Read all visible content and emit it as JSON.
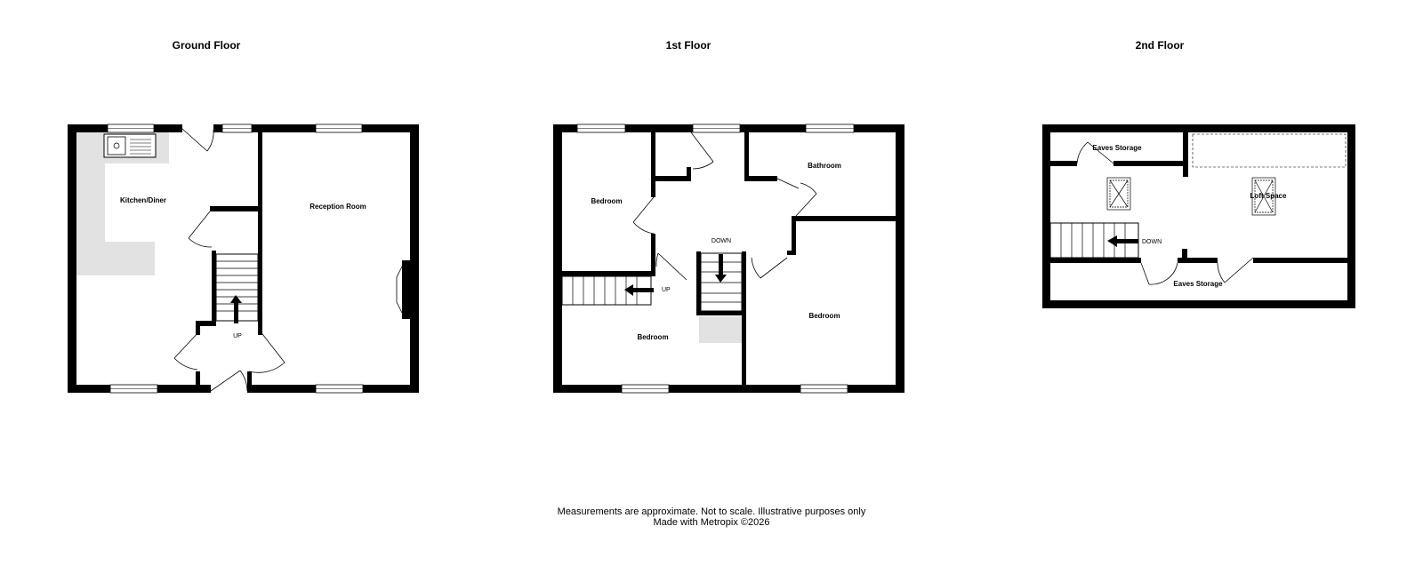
{
  "floors": [
    {
      "title": "Ground Floor",
      "rooms": [
        "Kitchen/Diner",
        "Reception Room"
      ],
      "stair_label": "UP"
    },
    {
      "title": "1st Floor",
      "rooms": [
        "Bedroom",
        "Bathroom",
        "Bedroom",
        "Bedroom"
      ],
      "stair_labels": [
        "DOWN",
        "UP"
      ]
    },
    {
      "title": "2nd Floor",
      "rooms": [
        "Eaves Storage",
        "Loft Space",
        "Eaves Storage"
      ],
      "stair_label": "DOWN"
    }
  ],
  "footer": {
    "line1": "Measurements are approximate.  Not to scale.  Illustrative purposes only",
    "line2": "Made with Metropix ©2026"
  },
  "colors": {
    "wall": "#000000",
    "fixture": "#e2e2e2",
    "background": "#ffffff"
  }
}
